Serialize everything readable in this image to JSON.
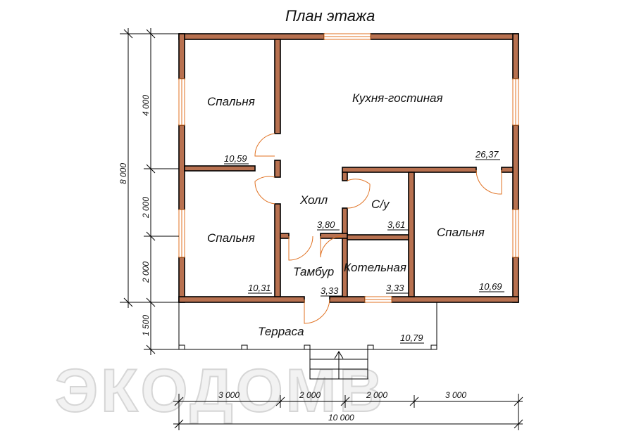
{
  "title": "План этажа",
  "watermark": "ЭКОДОМВ",
  "rooms": [
    {
      "name": "Спальня",
      "area": "10,59"
    },
    {
      "name": "Кухня-гостиная",
      "area": "26,37"
    },
    {
      "name": "Холл",
      "area": "3,80"
    },
    {
      "name": "С/у",
      "area": "3,61"
    },
    {
      "name": "Спальня",
      "area": "10,31"
    },
    {
      "name": "Тамбур",
      "area": "3,33"
    },
    {
      "name": "Котельная",
      "area": "3,33"
    },
    {
      "name": "Спальня",
      "area": "10,69"
    },
    {
      "name": "Терраса",
      "area": "10,79"
    }
  ],
  "dimensions": {
    "left_segments": [
      "4 000",
      "2 000",
      "2 000",
      "1 500"
    ],
    "left_total": "8 000",
    "bottom_segments": [
      "3 000",
      "2 000",
      "2 000",
      "3 000"
    ],
    "bottom_total": "10 000"
  },
  "colors": {
    "wall": "#b87150",
    "window": "#e07020"
  }
}
